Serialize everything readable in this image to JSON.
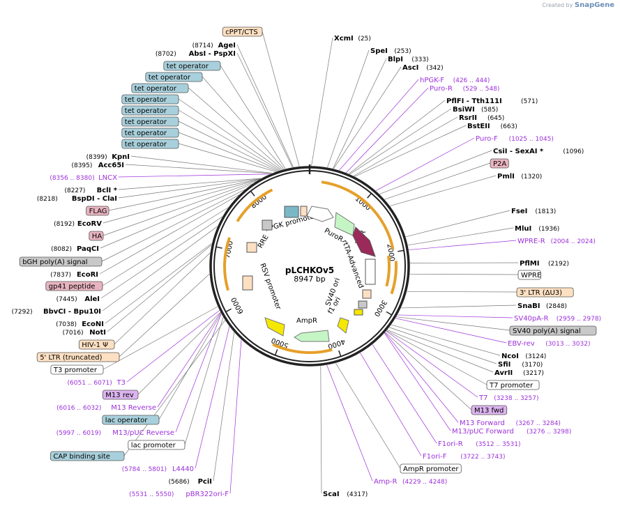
{
  "watermark": {
    "text": "Created by",
    "brand": "SnapGene"
  },
  "plasmid": {
    "name": "pLCHKOv5",
    "size_label": "8947 bp",
    "length": 8947
  },
  "ring_ticks": [
    "1000",
    "2000",
    "3000",
    "4000",
    "5000",
    "6000",
    "7000",
    "8000"
  ],
  "colors": {
    "purple_label": "#9b30d9",
    "tet_operator": "#a8d0dc",
    "pink_box": "#e8b4c0",
    "orange_box": "#fde0c2",
    "gray_box": "#c8c8c8",
    "white_box": "#ffffff",
    "purple_box": "#dcb4f0",
    "arrow_orange": "#e5a02a",
    "arrow_green": "#c5f5c5",
    "arrow_yellow": "#f5e800",
    "arrow_maroon": "#9b2a5a"
  },
  "right_labels": [
    {
      "name": "XcmI",
      "pos": "(25)",
      "style": "enzyme"
    },
    {
      "name": "SpeI",
      "pos": "(253)",
      "style": "enzyme"
    },
    {
      "name": "BlpI",
      "pos": "(333)",
      "style": "enzyme"
    },
    {
      "name": "AscI",
      "pos": "(342)",
      "style": "enzyme"
    },
    {
      "name": "hPGK-F",
      "pos": "(426 .. 444)",
      "style": "primer"
    },
    {
      "name": "Puro-R",
      "pos": "(529 .. 548)",
      "style": "primer"
    },
    {
      "name": "PflFI - Tth111I",
      "pos": "(571)",
      "style": "enzyme"
    },
    {
      "name": "BsiWI",
      "pos": "(585)",
      "style": "enzyme"
    },
    {
      "name": "RsrII",
      "pos": "(645)",
      "style": "enzyme"
    },
    {
      "name": "BstEII",
      "pos": "(663)",
      "style": "enzyme"
    },
    {
      "name": "Puro-F",
      "pos": "(1025 .. 1045)",
      "style": "primer"
    },
    {
      "name": "CsiI - SexAI *",
      "pos": "(1096)",
      "style": "enzyme"
    },
    {
      "name": "P2A",
      "pos": "",
      "style": "pink"
    },
    {
      "name": "PmlI",
      "pos": "(1320)",
      "style": "enzyme"
    },
    {
      "name": "FseI",
      "pos": "(1813)",
      "style": "enzyme"
    },
    {
      "name": "MluI",
      "pos": "(1936)",
      "style": "enzyme"
    },
    {
      "name": "WPRE-R",
      "pos": "(2004 .. 2024)",
      "style": "primer"
    },
    {
      "name": "PflMI",
      "pos": "(2192)",
      "style": "enzyme"
    },
    {
      "name": "WPRE",
      "pos": "",
      "style": "white"
    },
    {
      "name": "3' LTR (ΔU3)",
      "pos": "",
      "style": "orange"
    },
    {
      "name": "SnaBI",
      "pos": "(2848)",
      "style": "enzyme"
    },
    {
      "name": "SV40pA-R",
      "pos": "(2959 .. 2978)",
      "style": "primer"
    },
    {
      "name": "SV40 poly(A) signal",
      "pos": "",
      "style": "gray"
    },
    {
      "name": "EBV-rev",
      "pos": "(3013 .. 3032)",
      "style": "primer"
    },
    {
      "name": "NcoI",
      "pos": "(3124)",
      "style": "enzyme"
    },
    {
      "name": "SfiI",
      "pos": "(3170)",
      "style": "enzyme"
    },
    {
      "name": "AvrII",
      "pos": "(3217)",
      "style": "enzyme"
    },
    {
      "name": "T7 promoter",
      "pos": "",
      "style": "white"
    },
    {
      "name": "T7",
      "pos": "(3238 .. 3257)",
      "style": "primer"
    },
    {
      "name": "M13 fwd",
      "pos": "",
      "style": "purple"
    },
    {
      "name": "M13 Forward",
      "pos": "(3267 .. 3284)",
      "style": "primer"
    },
    {
      "name": "M13/pUC Forward",
      "pos": "(3276 .. 3298)",
      "style": "primer"
    },
    {
      "name": "F1ori-R",
      "pos": "(3512 .. 3531)",
      "style": "primer"
    },
    {
      "name": "F1ori-F",
      "pos": "(3722 .. 3743)",
      "style": "primer"
    },
    {
      "name": "AmpR promoter",
      "pos": "",
      "style": "white"
    },
    {
      "name": "Amp-R",
      "pos": "(4229 .. 4248)",
      "style": "primer"
    },
    {
      "name": "ScaI",
      "pos": "(4317)",
      "style": "enzyme"
    }
  ],
  "left_labels": [
    {
      "name": "cPPT/CTS",
      "pos": "",
      "style": "orange"
    },
    {
      "name": "AgeI",
      "pos": "(8714)",
      "style": "enzyme"
    },
    {
      "name": "AbsI - PspXI",
      "pos": "(8702)",
      "style": "enzyme"
    },
    {
      "name": "tet operator",
      "pos": "",
      "style": "tet"
    },
    {
      "name": "tet operator",
      "pos": "",
      "style": "tet"
    },
    {
      "name": "tet operator",
      "pos": "",
      "style": "tet"
    },
    {
      "name": "tet operator",
      "pos": "",
      "style": "tet"
    },
    {
      "name": "tet operator",
      "pos": "",
      "style": "tet"
    },
    {
      "name": "tet operator",
      "pos": "",
      "style": "tet"
    },
    {
      "name": "tet operator",
      "pos": "",
      "style": "tet"
    },
    {
      "name": "tet operator",
      "pos": "",
      "style": "tet"
    },
    {
      "name": "KpnI",
      "pos": "(8399)",
      "style": "enzyme"
    },
    {
      "name": "Acc65I",
      "pos": "(8395)",
      "style": "enzyme"
    },
    {
      "name": "LNCX",
      "pos": "(8356 .. 8380)",
      "style": "primer"
    },
    {
      "name": "BclI *",
      "pos": "(8227)",
      "style": "enzyme"
    },
    {
      "name": "BspDI - ClaI",
      "pos": "(8218)",
      "style": "enzyme"
    },
    {
      "name": "FLAG",
      "pos": "",
      "style": "pink"
    },
    {
      "name": "EcoRV",
      "pos": "(8192)",
      "style": "enzyme"
    },
    {
      "name": "HA",
      "pos": "",
      "style": "pink"
    },
    {
      "name": "PaqCI",
      "pos": "(8082)",
      "style": "enzyme"
    },
    {
      "name": "bGH poly(A) signal",
      "pos": "",
      "style": "gray"
    },
    {
      "name": "EcoRI",
      "pos": "(7837)",
      "style": "enzyme"
    },
    {
      "name": "gp41 peptide",
      "pos": "",
      "style": "pink"
    },
    {
      "name": "AleI",
      "pos": "(7445)",
      "style": "enzyme"
    },
    {
      "name": "BbvCI - Bpu10I",
      "pos": "(7292)",
      "style": "enzyme"
    },
    {
      "name": "EcoNI",
      "pos": "(7038)",
      "style": "enzyme"
    },
    {
      "name": "NotI",
      "pos": "(7016)",
      "style": "enzyme"
    },
    {
      "name": "HIV-1 Ψ",
      "pos": "",
      "style": "orange"
    },
    {
      "name": "5' LTR (truncated)",
      "pos": "",
      "style": "orange"
    },
    {
      "name": "T3 promoter",
      "pos": "",
      "style": "white"
    },
    {
      "name": "T3",
      "pos": "(6051 .. 6071)",
      "style": "primer"
    },
    {
      "name": "M13 rev",
      "pos": "",
      "style": "purple"
    },
    {
      "name": "M13 Reverse",
      "pos": "(6016 .. 6032)",
      "style": "primer"
    },
    {
      "name": "lac operator",
      "pos": "",
      "style": "tet"
    },
    {
      "name": "M13/pUC Reverse",
      "pos": "(5997 .. 6019)",
      "style": "primer"
    },
    {
      "name": "lac promoter",
      "pos": "",
      "style": "white"
    },
    {
      "name": "CAP binding site",
      "pos": "",
      "style": "tet"
    },
    {
      "name": "L4440",
      "pos": "(5784 .. 5801)",
      "style": "primer"
    },
    {
      "name": "PciI",
      "pos": "(5686)",
      "style": "enzyme"
    },
    {
      "name": "pBR322ori-F",
      "pos": "(5531 .. 5550)",
      "style": "primer"
    }
  ],
  "inner_features": [
    {
      "text": "hPGK promoter"
    },
    {
      "text": "PuroR"
    },
    {
      "text": "rtTA-Advanced"
    },
    {
      "text": "SV40 ori"
    },
    {
      "text": "f1 ori"
    },
    {
      "text": "AmpR"
    },
    {
      "text": "ori"
    },
    {
      "text": "RSV promoter"
    },
    {
      "text": "RRE"
    },
    {
      "text": "TetR"
    }
  ]
}
